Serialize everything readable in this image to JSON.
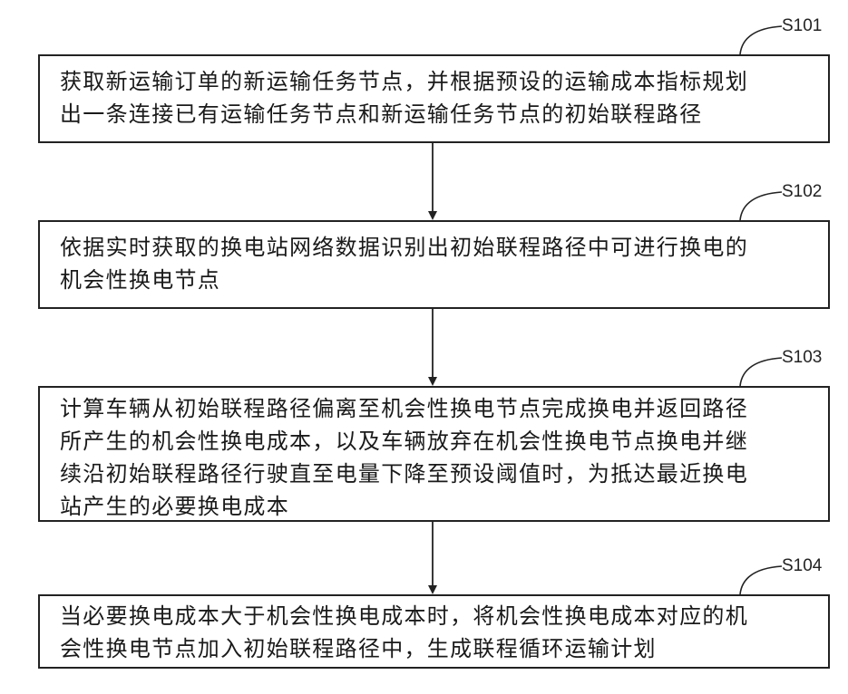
{
  "steps": [
    {
      "label": "S101",
      "lines": [
        "获取新运输订单的新运输任务节点，并根据预设的运输成本指标规划",
        "出一条连接已有运输任务节点和新运输任务节点的初始联程路径"
      ]
    },
    {
      "label": "S102",
      "lines": [
        "依据实时获取的换电站网络数据识别出初始联程路径中可进行换电的",
        "机会性换电节点"
      ]
    },
    {
      "label": "S103",
      "lines": [
        "计算车辆从初始联程路径偏离至机会性换电节点完成换电并返回路径",
        "所产生的机会性换电成本，以及车辆放弃在机会性换电节点换电并继",
        "续沿初始联程路径行驶直至电量下降至预设阈值时，为抵达最近换电",
        "站产生的必要换电成本"
      ]
    },
    {
      "label": "S104",
      "lines": [
        "当必要换电成本大于机会性换电成本时，将机会性换电成本对应的机",
        "会性换电节点加入初始联程路径中，生成联程循环运输计划"
      ]
    }
  ]
}
